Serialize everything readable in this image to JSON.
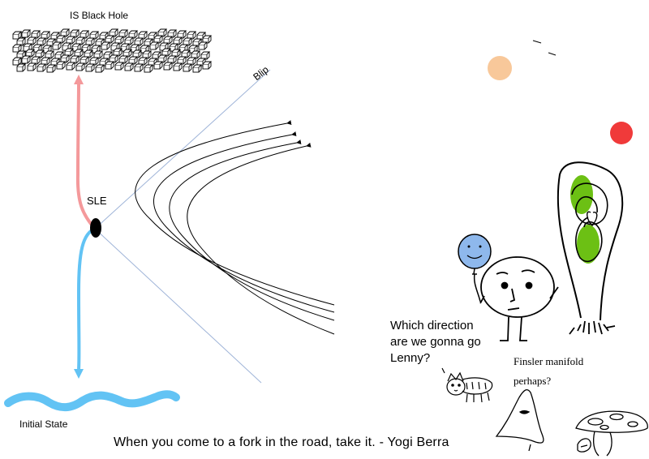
{
  "labels": {
    "top": "IS Black Hole",
    "node": "SLE",
    "bottom": "Initial State",
    "line": "Blip",
    "speech_lines": [
      "Which direction",
      "are we gonna go",
      "Lenny?"
    ],
    "caption_lines": [
      "Finsler manifold",
      "perhaps?"
    ],
    "quote": "When you come to a fork in the road, take it. - Yogi Berra"
  },
  "colors": {
    "up_path": "#f4999b",
    "down_path": "#62c3f4",
    "wave": "#62c3f4",
    "node": "#000000",
    "light": "#9fb4d8",
    "balloon": "#8eb8ec",
    "peach": "#f8c89a",
    "red": "#f03a3a",
    "leaf_green": "#6cc014"
  },
  "icons": [
    "black-hole-cubes-icon",
    "stick-figure-icon",
    "balloon-icon",
    "tree-icon",
    "cat-icon",
    "hooded-figure-icon",
    "mushroom-icon",
    "peach-circle-icon",
    "red-circle-icon"
  ]
}
